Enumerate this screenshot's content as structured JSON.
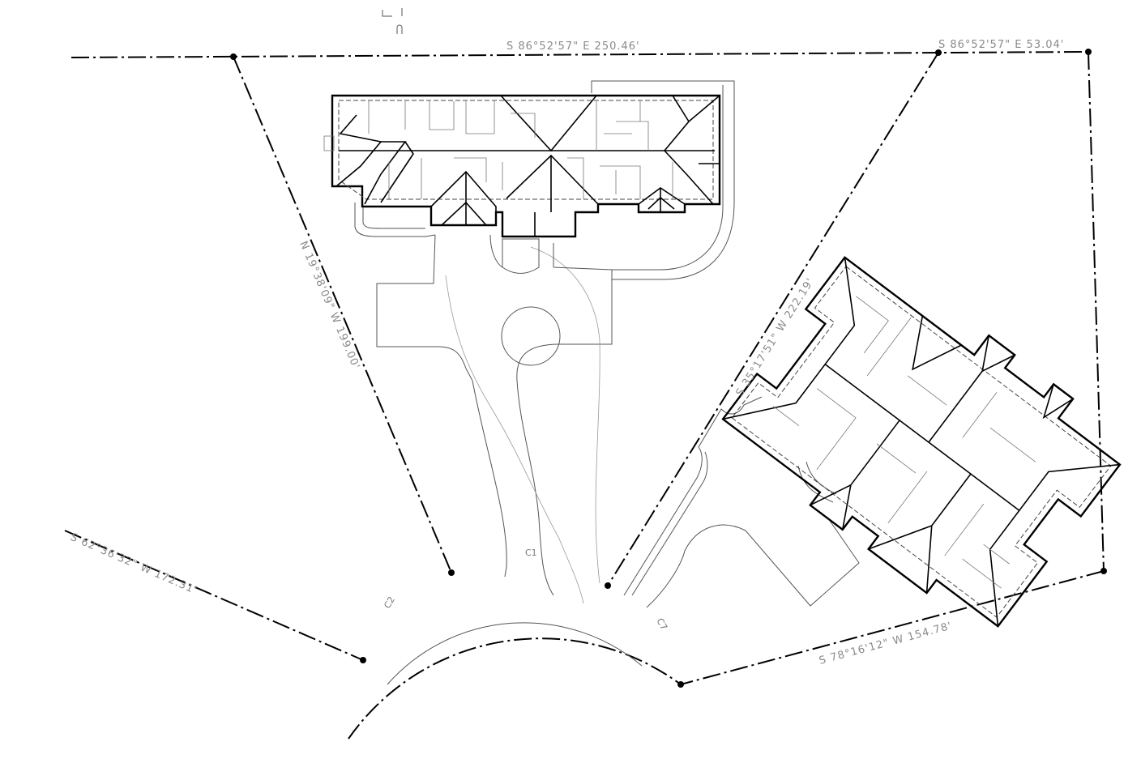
{
  "bearings": {
    "north_top": "S 86°52'57\" E   250.46'",
    "north_top_right": "S 86°52'57\" E   53.04'",
    "left_side": "N 19°38'09\" W   199.00'",
    "southwest": "S 62°36'32\" W   172.31'",
    "middle_diagonal": "S 35°17'51\" W   222.19'",
    "south_right": "S 78°16'12\" W   154.78'"
  },
  "curves": {
    "c1": "C1",
    "c2": "C2",
    "c7": "C7"
  },
  "colors": {
    "lines": "#000000",
    "labels": "#8a8a8a",
    "background": "#ffffff"
  }
}
